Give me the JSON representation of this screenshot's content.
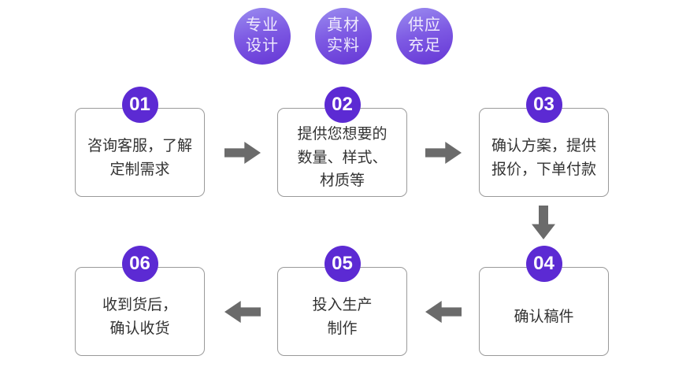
{
  "badges": [
    {
      "label": "专业\n设计"
    },
    {
      "label": "真材\n实料"
    },
    {
      "label": "供应\n充足"
    }
  ],
  "steps": [
    {
      "number": "01",
      "text": "咨询客服，了解\n定制需求"
    },
    {
      "number": "02",
      "text": "提供您想要的\n数量、样式、\n材质等"
    },
    {
      "number": "03",
      "text": "确认方案，提供\n报价，下单付款"
    },
    {
      "number": "04",
      "text": "确认稿件"
    },
    {
      "number": "05",
      "text": "投入生产\n制作"
    },
    {
      "number": "06",
      "text": "收到货后，\n确认收货"
    }
  ],
  "flow": {
    "order": [
      "01",
      "02",
      "03",
      "04",
      "05",
      "06"
    ],
    "arrow_directions": [
      "right",
      "right",
      "down",
      "left",
      "left"
    ]
  },
  "colors": {
    "accent_purple": "#5c2ad3",
    "badge_gradient_top": "#9b8df0",
    "badge_gradient_bottom": "#6536d5",
    "arrow_gray": "#6b6b6b",
    "box_border": "#9a9a9a",
    "text_dark": "#333333",
    "background": "#ffffff"
  }
}
